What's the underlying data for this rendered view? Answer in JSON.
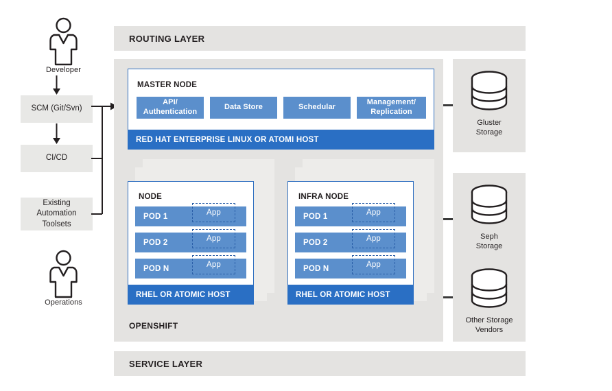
{
  "diagram": {
    "title": "OpenShift Architecture Diagram",
    "colors": {
      "panel_gray": "#e4e3e1",
      "box_gray": "#e8e8e6",
      "shadow_gray": "#edecea",
      "blue_mid": "#5b8fcc",
      "blue_dark": "#2a6fc4",
      "border_blue": "#2f6fc0",
      "dash_blue": "#2a5fa8",
      "text": "#231f20",
      "line": "#231f20"
    }
  },
  "left_column": {
    "developer_actor": {
      "icon": "person-icon",
      "label": "Developer"
    },
    "operations_actor": {
      "icon": "person-icon",
      "label": "Operations"
    },
    "boxes": [
      {
        "id": "scm",
        "label": "SCM (Git/Svn)"
      },
      {
        "id": "cicd",
        "label": "CI/CD"
      },
      {
        "id": "automation",
        "label": "Existing\nAutomation\nToolsets"
      }
    ]
  },
  "layers": {
    "routing": "ROUTING LAYER",
    "service": "SERVICE LAYER",
    "openshift": "OPENSHIFT"
  },
  "master_node": {
    "title": "MASTER NODE",
    "components": [
      "API/\nAuthentication",
      "Data Store",
      "Schedular",
      "Management/\nReplication"
    ],
    "host_bar": "RED HAT ENTERPRISE LINUX OR ATOMI HOST"
  },
  "nodes": [
    {
      "id": "node",
      "title": "NODE",
      "pods": [
        {
          "name": "POD 1",
          "app": "App"
        },
        {
          "name": "POD 2",
          "app": "App"
        },
        {
          "name": "POD N",
          "app": "App"
        }
      ],
      "host_bar": "RHEL OR ATOMIC HOST"
    },
    {
      "id": "infra-node",
      "title": "INFRA NODE",
      "pods": [
        {
          "name": "POD 1",
          "app": "App"
        },
        {
          "name": "POD 2",
          "app": "App"
        },
        {
          "name": "POD N",
          "app": "App"
        }
      ],
      "host_bar": "RHEL OR ATOMIC HOST"
    }
  ],
  "storage": [
    {
      "id": "gluster",
      "icon": "database-cylinder-icon",
      "line1": "Gluster",
      "line2": "Storage"
    },
    {
      "id": "seph",
      "icon": "database-cylinder-icon",
      "line1": "Seph",
      "line2": "Storage"
    },
    {
      "id": "other",
      "icon": "database-cylinder-icon",
      "line1": "Other Storage",
      "line2": "Vendors"
    }
  ]
}
